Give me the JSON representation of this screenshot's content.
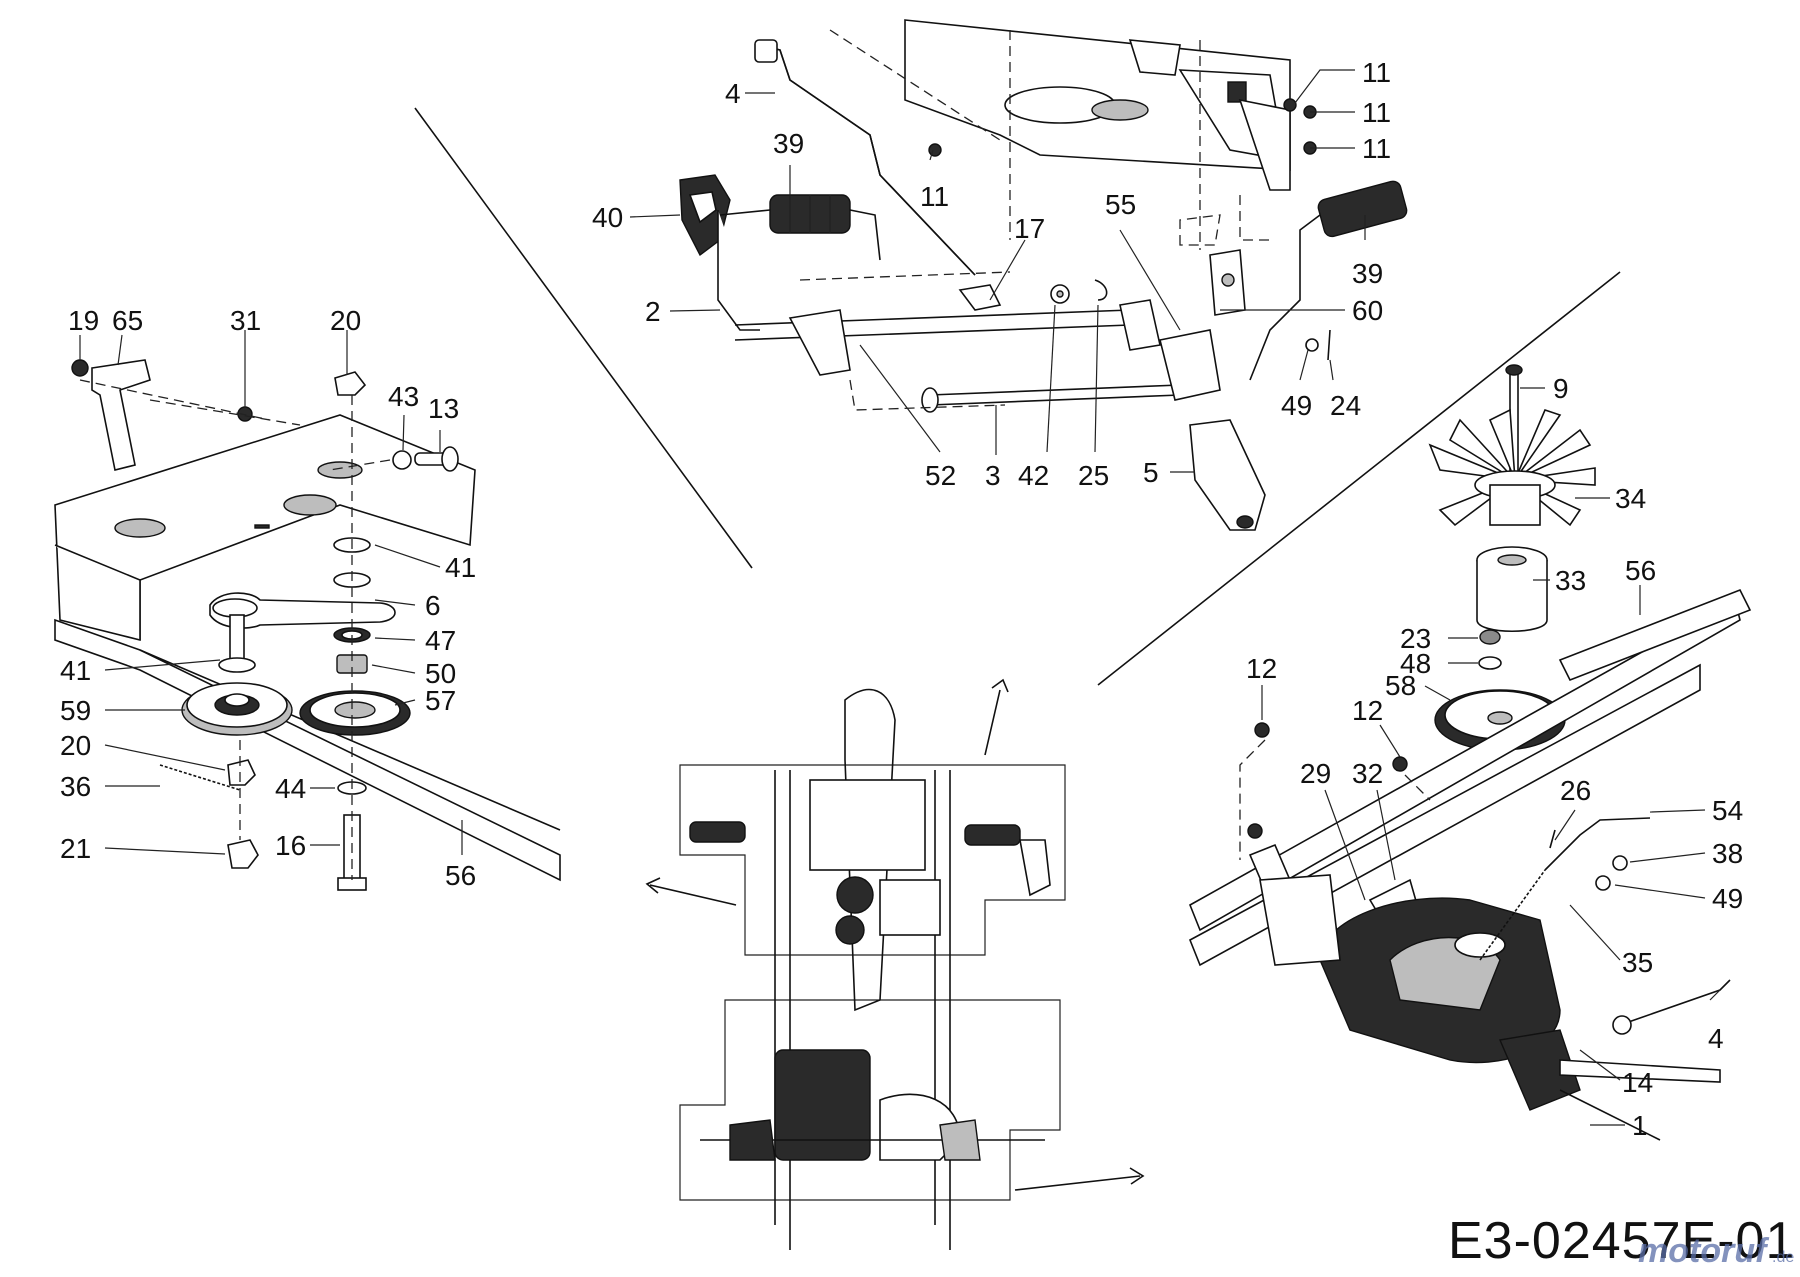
{
  "diagram": {
    "code": "E3-02457E-01",
    "watermark": "motoruf",
    "watermark_tld": ".de",
    "callouts": [
      {
        "id": "c4a",
        "label": "4"
      },
      {
        "id": "c39a",
        "label": "39"
      },
      {
        "id": "c40",
        "label": "40"
      },
      {
        "id": "c2",
        "label": "2"
      },
      {
        "id": "c11a",
        "label": "11"
      },
      {
        "id": "c11b",
        "label": "11"
      },
      {
        "id": "c11c",
        "label": "11"
      },
      {
        "id": "c11d",
        "label": "11"
      },
      {
        "id": "c17",
        "label": "17"
      },
      {
        "id": "c55",
        "label": "55"
      },
      {
        "id": "c39b",
        "label": "39"
      },
      {
        "id": "c60",
        "label": "60"
      },
      {
        "id": "c49a",
        "label": "49"
      },
      {
        "id": "c24",
        "label": "24"
      },
      {
        "id": "c52",
        "label": "52"
      },
      {
        "id": "c3",
        "label": "3"
      },
      {
        "id": "c42",
        "label": "42"
      },
      {
        "id": "c25",
        "label": "25"
      },
      {
        "id": "c5",
        "label": "5"
      },
      {
        "id": "c19",
        "label": "19"
      },
      {
        "id": "c65",
        "label": "65"
      },
      {
        "id": "c31",
        "label": "31"
      },
      {
        "id": "c20a",
        "label": "20"
      },
      {
        "id": "c43",
        "label": "43"
      },
      {
        "id": "c13",
        "label": "13"
      },
      {
        "id": "c41a",
        "label": "41"
      },
      {
        "id": "c6",
        "label": "6"
      },
      {
        "id": "c47",
        "label": "47"
      },
      {
        "id": "c50",
        "label": "50"
      },
      {
        "id": "c41b",
        "label": "41"
      },
      {
        "id": "c59",
        "label": "59"
      },
      {
        "id": "c57",
        "label": "57"
      },
      {
        "id": "c20b",
        "label": "20"
      },
      {
        "id": "c36",
        "label": "36"
      },
      {
        "id": "c44",
        "label": "44"
      },
      {
        "id": "c21",
        "label": "21"
      },
      {
        "id": "c16",
        "label": "16"
      },
      {
        "id": "c56a",
        "label": "56"
      },
      {
        "id": "c9",
        "label": "9"
      },
      {
        "id": "c34",
        "label": "34"
      },
      {
        "id": "c33",
        "label": "33"
      },
      {
        "id": "c56b",
        "label": "56"
      },
      {
        "id": "c23",
        "label": "23"
      },
      {
        "id": "c48",
        "label": "48"
      },
      {
        "id": "c58",
        "label": "58"
      },
      {
        "id": "c12a",
        "label": "12"
      },
      {
        "id": "c12b",
        "label": "12"
      },
      {
        "id": "c29",
        "label": "29"
      },
      {
        "id": "c32",
        "label": "32"
      },
      {
        "id": "c26",
        "label": "26"
      },
      {
        "id": "c54",
        "label": "54"
      },
      {
        "id": "c38",
        "label": "38"
      },
      {
        "id": "c49b",
        "label": "49"
      },
      {
        "id": "c35",
        "label": "35"
      },
      {
        "id": "c4b",
        "label": "4"
      },
      {
        "id": "c14",
        "label": "14"
      },
      {
        "id": "c1",
        "label": "1"
      }
    ]
  }
}
